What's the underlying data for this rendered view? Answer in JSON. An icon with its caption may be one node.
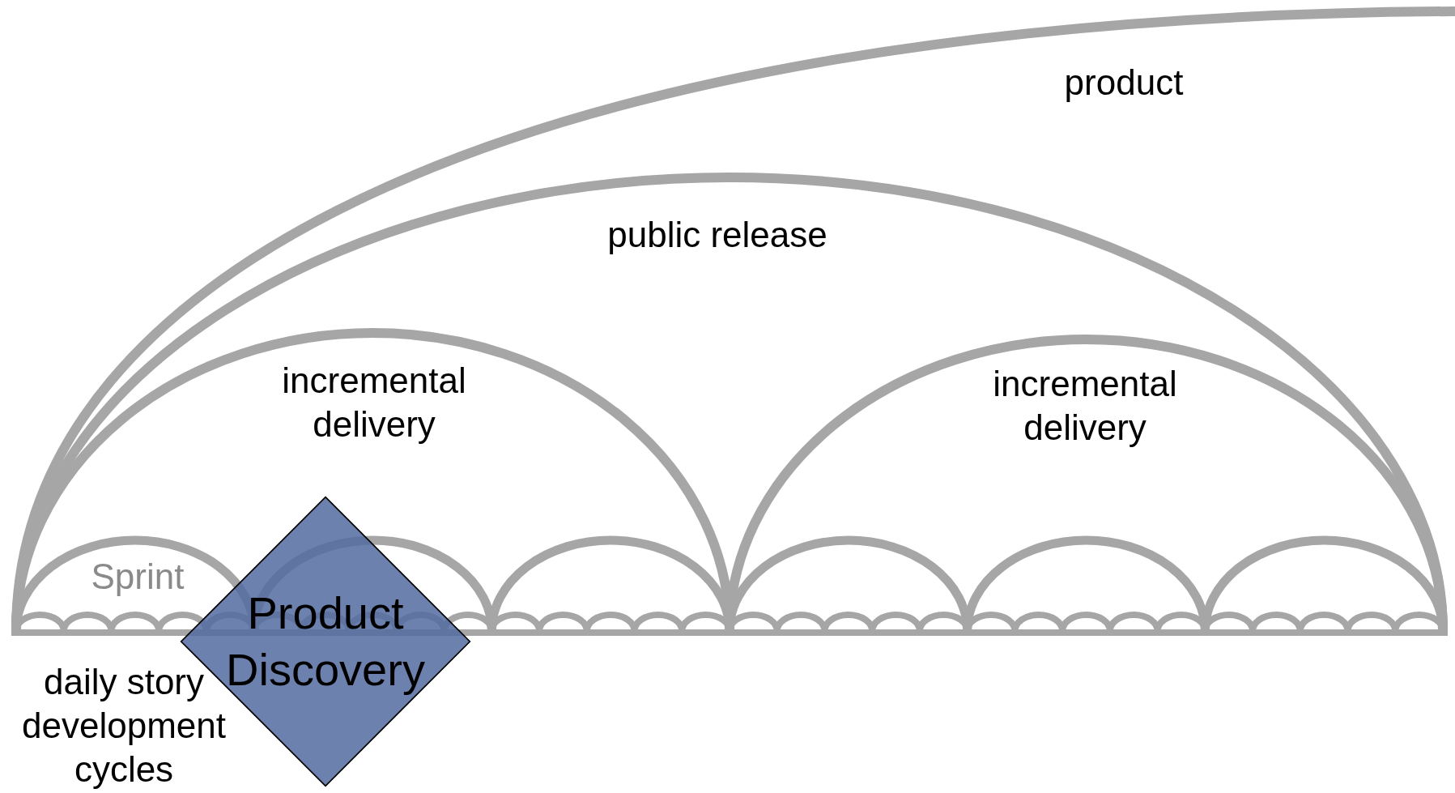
{
  "diagram": {
    "nodes": [
      {
        "text": [
          "Product Discovery"
        ]
      }
    ],
    "labels": [
      "product",
      "public release",
      "incremental delivery",
      "incremental delivery",
      "Sprint",
      "daily story development cycles"
    ]
  }
}
